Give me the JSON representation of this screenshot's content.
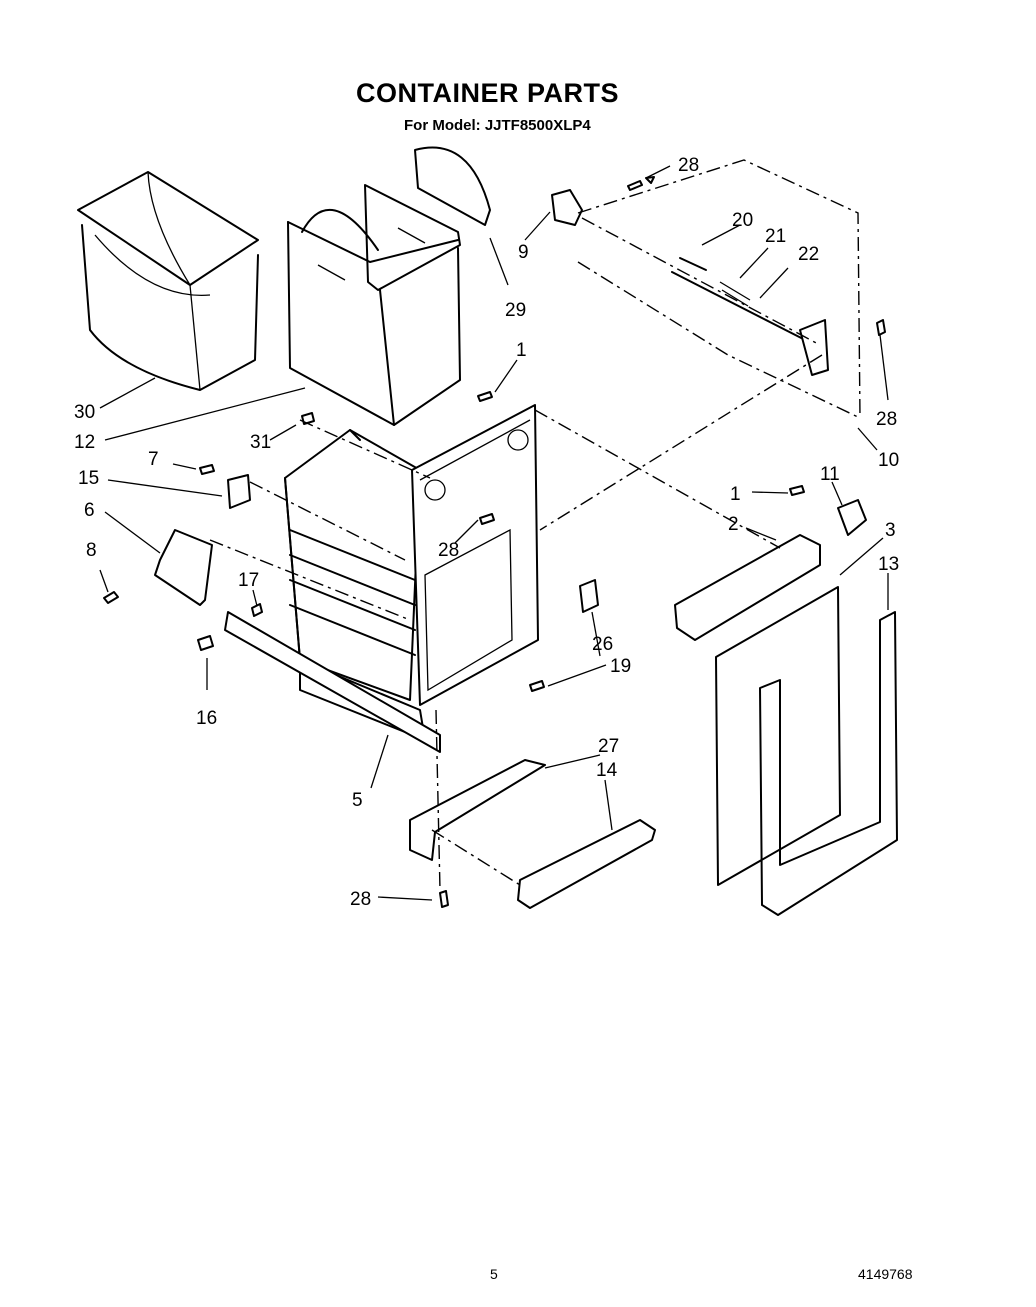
{
  "title": "CONTAINER PARTS",
  "subtitle": "For Model: JJTF8500XLP4",
  "page_number": "5",
  "doc_code": "4149768",
  "callouts": {
    "c1a": "1",
    "c1b": "1",
    "c2": "2",
    "c3": "3",
    "c5": "5",
    "c6": "6",
    "c7": "7",
    "c8": "8",
    "c9": "9",
    "c10": "10",
    "c11": "11",
    "c12": "12",
    "c13": "13",
    "c14": "14",
    "c15": "15",
    "c16": "16",
    "c17": "17",
    "c19": "19",
    "c20": "20",
    "c21": "21",
    "c22": "22",
    "c26": "26",
    "c27": "27",
    "c28a": "28",
    "c28b": "28",
    "c28c": "28",
    "c28d": "28",
    "c29": "29",
    "c30": "30",
    "c31": "31"
  }
}
